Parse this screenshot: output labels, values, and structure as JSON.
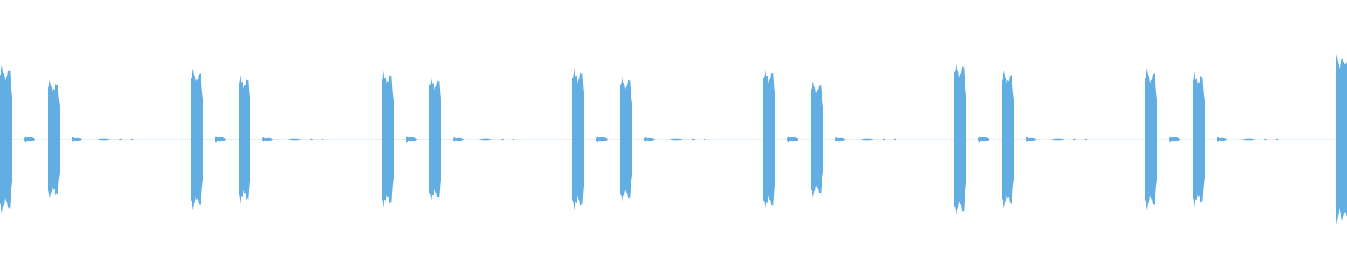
{
  "waveform": {
    "color": "#62ADE2",
    "background": "#FFFFFF",
    "pattern": "heartbeat-pulse-pairs",
    "pulse_pairs": [
      {
        "first_peak": 0.88,
        "second_peak": 0.7
      },
      {
        "first_peak": 0.84,
        "second_peak": 0.76
      },
      {
        "first_peak": 0.81,
        "second_peak": 0.74
      },
      {
        "first_peak": 0.84,
        "second_peak": 0.75
      },
      {
        "first_peak": 0.84,
        "second_peak": 0.69
      },
      {
        "first_peak": 0.92,
        "second_peak": 0.82
      },
      {
        "first_peak": 0.84,
        "second_peak": 0.8
      }
    ],
    "trailing_pulse": {
      "peak": 1.0
    }
  }
}
